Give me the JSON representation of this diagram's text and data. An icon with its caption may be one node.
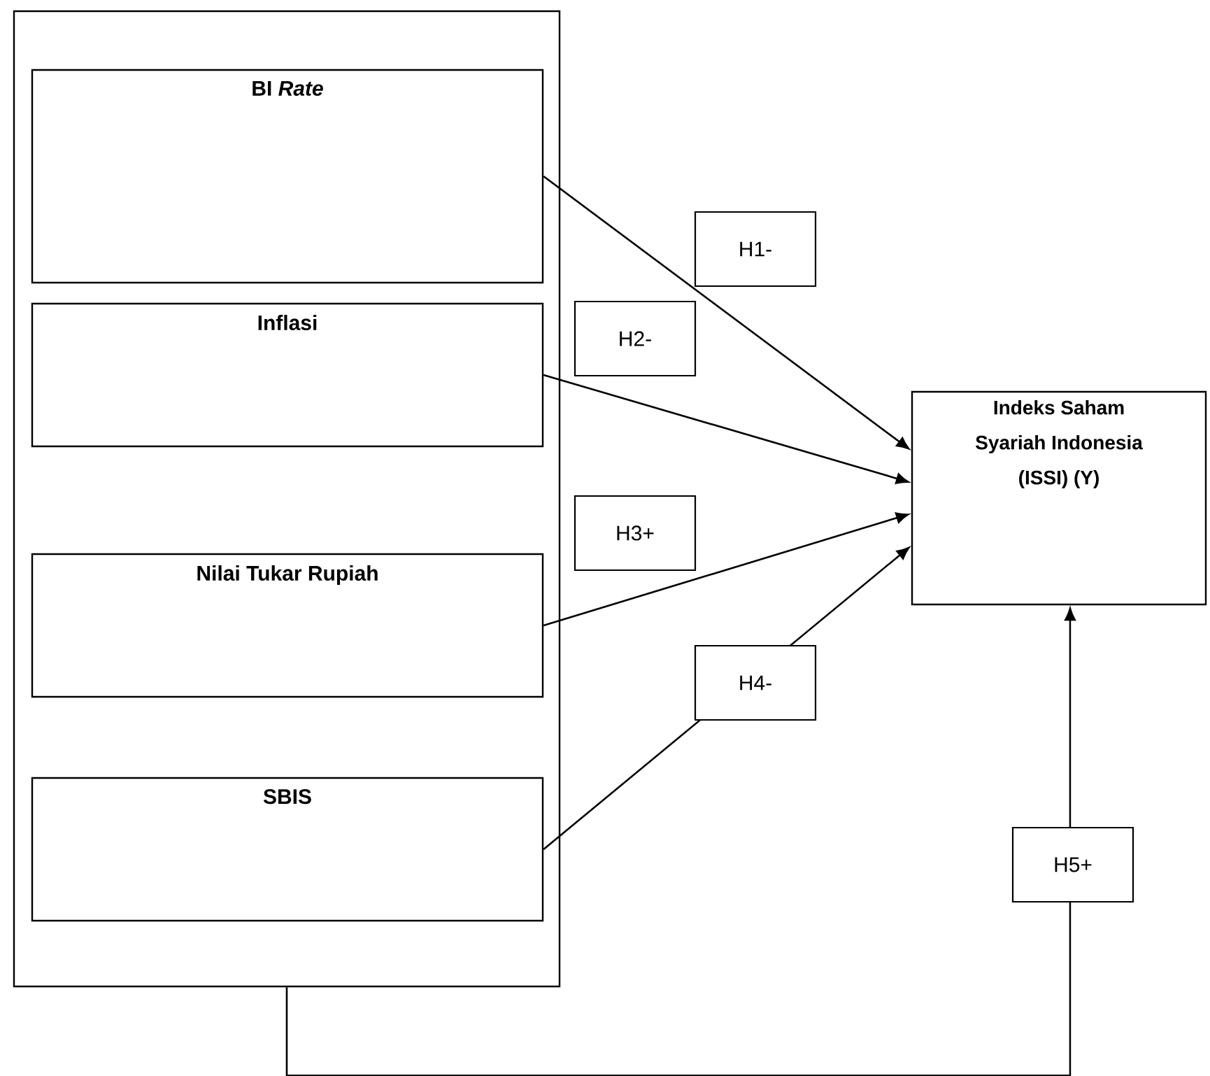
{
  "diagram": {
    "nodes": [
      {
        "text": [],
        "shape": "box"
      },
      {
        "text": [
          "BI *Rate*"
        ],
        "in": 0
      },
      {
        "text": [
          "Inflasi"
        ],
        "in": 0
      },
      {
        "text": [
          "Nilai Tukar Rupiah"
        ],
        "in": 0
      },
      {
        "text": [
          "SBIS"
        ],
        "in": 0
      },
      {
        "text": [
          "Indeks Saham Syariah Indonesia (ISSI) (Y)"
        ]
      }
    ],
    "edges": [
      {
        "from": 1,
        "to": 5,
        "arrow": "to",
        "label": "H1-"
      },
      {
        "from": 2,
        "to": 5,
        "arrow": "to",
        "label": "H2-"
      },
      {
        "from": 3,
        "to": 5,
        "arrow": "to",
        "label": "H3+"
      },
      {
        "from": 4,
        "to": 5,
        "arrow": "to",
        "label": "H4-"
      },
      {
        "from": 0,
        "to": 5,
        "arrow": "to",
        "label": "H5+"
      }
    ]
  }
}
